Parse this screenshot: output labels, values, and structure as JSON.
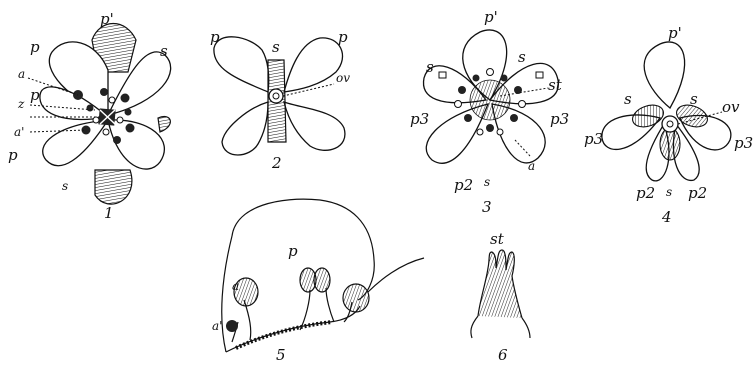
{
  "figures": [
    {
      "number": "1",
      "labels": [
        "p'",
        "p",
        "s",
        "a",
        "z",
        "p",
        "a'",
        "p",
        "s"
      ]
    },
    {
      "number": "2",
      "labels": [
        "p",
        "s",
        "p",
        "ov"
      ]
    },
    {
      "number": "3",
      "labels": [
        "p'",
        "s",
        "s",
        "st",
        "p3",
        "p3",
        "p2",
        "s",
        "a"
      ]
    },
    {
      "number": "4",
      "labels": [
        "p'",
        "s",
        "s",
        "ov",
        "p3",
        "p3",
        "p2",
        "s",
        "p2"
      ]
    },
    {
      "number": "5",
      "labels": [
        "p",
        "a",
        "a'"
      ]
    },
    {
      "number": "6",
      "labels": [
        "st"
      ]
    }
  ],
  "icons": {
    "fig1": "flower-top-view-icon",
    "fig2": "flower-diagram-icon",
    "fig3": "flower-with-stamens-icon",
    "fig4": "flower-with-ovary-icon",
    "fig5": "petal-section-with-anthers-icon",
    "fig6": "stigma-icon"
  }
}
